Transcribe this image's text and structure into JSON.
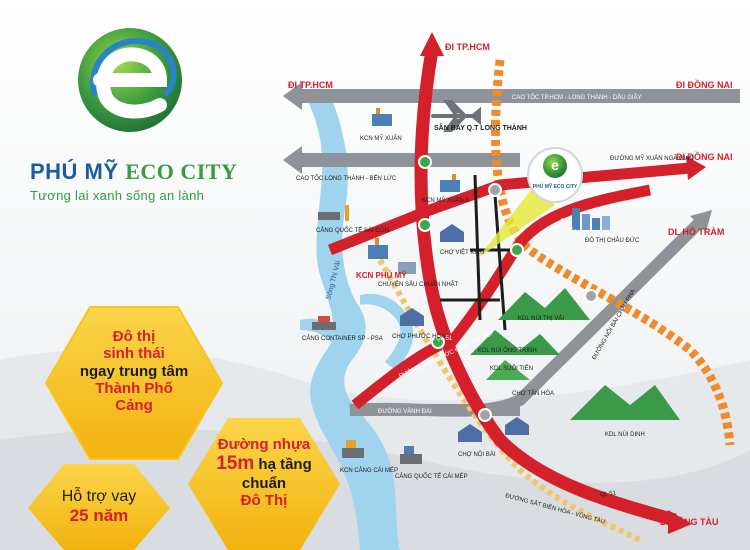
{
  "brand": {
    "name_part1": "PHÚ MỸ",
    "name_part2": "ECO CITY",
    "tagline": "Tương lai xanh sống an lành"
  },
  "colors": {
    "brand_green": "#3a9a3f",
    "brand_blue": "#1c5c9e",
    "road_red": "#d4202a",
    "road_gray": "#8d9398",
    "rail_orange": "#f08a2b",
    "hex_yellow": "#f7c51e"
  },
  "directions": {
    "north_top": "ĐI TP.HCM",
    "west_top": "ĐI TP.HCM",
    "east_top": "ĐI ĐỒNG NAI",
    "east_mid": "ĐI ĐỒNG NAI",
    "ho_tram": "DL HỒ TRÀM",
    "vung_tau": "ĐI VŨNG TÀU"
  },
  "roads": {
    "expressway_hcm_lt": "CAO TỐC TP.HCM - LONG THÀNH - DẦU GIÂY",
    "expressway_lt_bl": "CAO TỐC LONG THÀNH - BẾN LỨC",
    "my_xuan_nga_giao": "ĐƯỜNG MỸ XUÂN NGÃ GIAO",
    "phuoc_hoa_cai_mep": "ĐƯỜNG 965 PHƯỚC HÒA - CÁI MÉP",
    "ql51_north": "QL 51",
    "ql51_south": "QL 51",
    "vanh_dai": "ĐƯỜNG VÀNH ĐAI",
    "noi_bai_chau_pha": "ĐƯỜNG NỐI BÀI CHÂU PHA",
    "rail": "ĐƯỜNG SẮT BIÊN HÒA - VŨNG TÀU",
    "rail_short": "ĐƯỜNG SẮT BIÊN HÒA - VŨNG TÀU"
  },
  "places": {
    "airport": "SÂN BAY Q.T LONG THÀNH",
    "kcn_my_xuan": "KCN MỸ XUÂN",
    "kcn_my_xuan_a": "KCN MỸ XUÂN A",
    "cang_sai_gon": "CẢNG QUỐC TẾ SÀI GÒN",
    "cho_viet_kieu": "CHỢ VIỆT KIỀU",
    "kcn_phu_my": "KCN PHÚ MỸ",
    "chuyen_sau": "CHUYÊN SÂU CHUẨN NHẬT",
    "cang_container": "CẢNG CONTAINER SP - PSA",
    "cho_phuoc_hoa": "CHỢ PHƯỚC HÒA",
    "song_thi_vai": "Sông Thị Vải",
    "do_thi_chau_duc": "ĐÔ THỊ CHÂU ĐỨC",
    "kdl_nui_thi_vai": "KDL NÚI THỊ VẢI",
    "kdl_nui_ong_trinh": "KDL NÚI ÔNG TRỊNH",
    "kdl_suoi_tien": "KDL SUỐI TIÊN",
    "cho_tan_hoa": "CHỢ TÂN HÒA",
    "kdl_nui_dinh": "KDL NÚI DINH",
    "kcn_cang_cai_mep": "KCN CẢNG CÁI MÉP",
    "cang_cai_mep": "CẢNG QUỐC TẾ CÁI MÉP",
    "cho_noi_bai": "CHỢ NỘI BÀI",
    "marker_brand": "PHÚ MỸ ECO CITY"
  },
  "hexagons": {
    "hex1_line1": "Đô thị",
    "hex1_line2": "sinh thái",
    "hex1_line3": "ngay trung tâm",
    "hex1_line4": "Thành Phố",
    "hex1_line5": "Cảng",
    "hex2_line1": "Đường nhựa",
    "hex2_line2a": "15m",
    "hex2_line2b": "hạ tầng",
    "hex2_line3": "chuẩn",
    "hex2_line4": "Đô Thị",
    "hex3_line1": "Hỗ trợ vay",
    "hex3_line2": "25 năm"
  }
}
